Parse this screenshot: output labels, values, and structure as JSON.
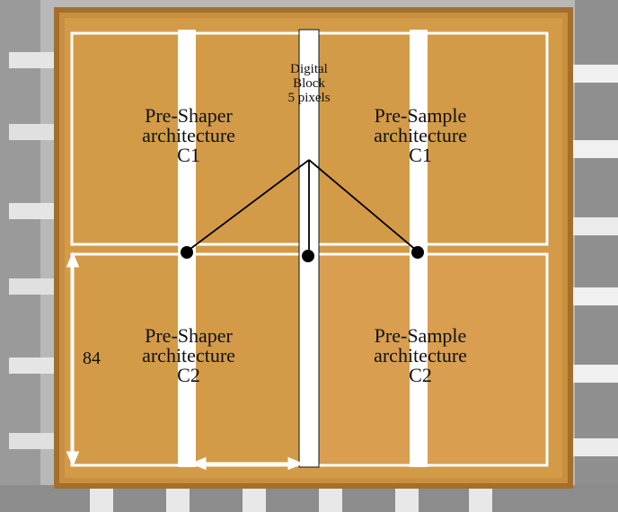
{
  "colors": {
    "die": "#d29a44",
    "die_light": "#dca154",
    "die_edge": "#a87330",
    "background": "#b9b9b9",
    "pin_light": "#e7e7e7",
    "pin_dark": "#3c3c3c",
    "outline": "#ffffff",
    "connector": "#000000"
  },
  "labels": {
    "digital": [
      "Digital",
      "Block",
      "5 pixels"
    ],
    "pre_shaper_c1": [
      "Pre-Shaper",
      "architecture",
      "C1"
    ],
    "pre_sample_c1": [
      "Pre-Sample",
      "architecture",
      "C1"
    ],
    "pre_shaper_c2": [
      "Pre-Shaper",
      "architecture",
      "C2"
    ],
    "pre_sample_c2": [
      "Pre-Sample",
      "architecture",
      "C2"
    ],
    "dimension": "84"
  }
}
